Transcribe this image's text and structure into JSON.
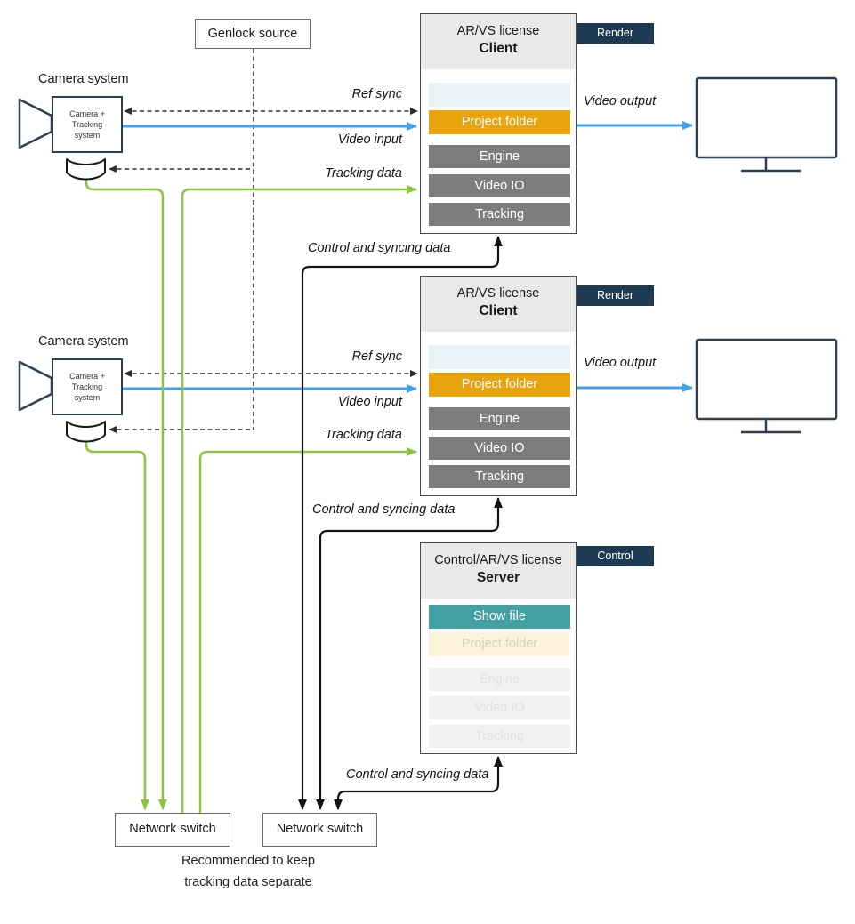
{
  "diagram": {
    "genlock": {
      "label": "Genlock source"
    },
    "camera_systems": [
      {
        "title": "Camera system",
        "body_lines": [
          "Camera +",
          "Tracking",
          "system"
        ]
      },
      {
        "title": "Camera system",
        "body_lines": [
          "Camera +",
          "Tracking",
          "system"
        ]
      }
    ],
    "clients": [
      {
        "license": "AR/VS license",
        "role": "Client",
        "tag": "Render",
        "rows": {
          "slot": "",
          "project": "Project folder",
          "engine": "Engine",
          "video_io": "Video IO",
          "tracking": "Tracking"
        }
      },
      {
        "license": "AR/VS license",
        "role": "Client",
        "tag": "Render",
        "rows": {
          "slot": "",
          "project": "Project folder",
          "engine": "Engine",
          "video_io": "Video IO",
          "tracking": "Tracking"
        }
      }
    ],
    "server": {
      "license": "Control/AR/VS license",
      "role": "Server",
      "tag": "Control",
      "rows": {
        "show_file": "Show file",
        "project": "Project folder",
        "engine": "Engine",
        "video_io": "Video IO",
        "tracking": "Tracking"
      }
    },
    "switches": [
      {
        "label": "Network switch"
      },
      {
        "label": "Network switch"
      }
    ],
    "note_lines": [
      "Recommended to keep",
      "tracking data separate"
    ],
    "edge_labels": {
      "ref_sync": "Ref sync",
      "video_input": "Video input",
      "tracking_data": "Tracking data",
      "video_output": "Video output",
      "control_sync": "Control and syncing data"
    },
    "colors": {
      "accent_blue": "#42a1ee",
      "accent_green": "#8bc53f",
      "accent_orange": "#e9a40d",
      "accent_teal": "#43a1a3",
      "tag_navy": "#1e3a52",
      "module_gray": "#7d7d7d"
    }
  }
}
